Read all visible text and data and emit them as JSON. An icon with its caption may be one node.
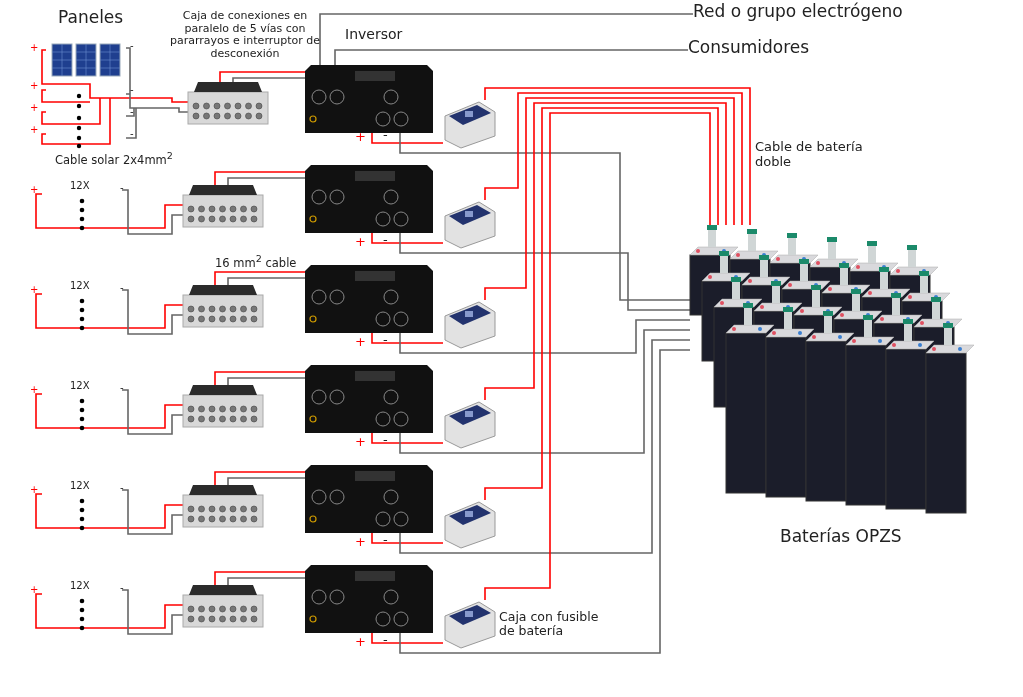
{
  "diagram": {
    "nodes": [
      {
        "text": [
          "Red o grupo electrógeno"
        ]
      },
      {
        "text": [
          "Consumidores"
        ]
      },
      {
        "text": [
          "Paneles",
          "+",
          "-",
          "+",
          "-",
          "+",
          "-",
          "+",
          "-"
        ]
      },
      {
        "text": [
          "Caja de conexiones en paralelo de 5 vías con pararrayos e interruptor de desconexión"
        ]
      },
      {
        "text": [
          "Inversor",
          "+",
          "-"
        ]
      },
      {
        "text": [],
        "shape": "box"
      },
      {
        "text": [
          "+",
          "12X",
          "-"
        ]
      },
      {
        "text": [],
        "shape": "box"
      },
      {
        "text": [
          "+",
          "-"
        ]
      },
      {
        "text": [],
        "shape": "box"
      },
      {
        "text": [
          "+",
          "12X",
          "-"
        ]
      },
      {
        "text": [],
        "shape": "box"
      },
      {
        "text": [
          "+",
          "-"
        ]
      },
      {
        "text": [],
        "shape": "box"
      },
      {
        "text": [
          "+",
          "12X",
          "-"
        ]
      },
      {
        "text": [],
        "shape": "box"
      },
      {
        "text": [
          "+",
          "-"
        ]
      },
      {
        "text": [],
        "shape": "box"
      },
      {
        "text": [
          "+",
          "12X",
          "-"
        ]
      },
      {
        "text": [],
        "shape": "box"
      },
      {
        "text": [
          "+",
          "-"
        ]
      },
      {
        "text": [],
        "shape": "box"
      },
      {
        "text": [
          "+",
          "12X",
          "-"
        ]
      },
      {
        "text": [],
        "shape": "box"
      },
      {
        "text": [
          "+",
          "-"
        ]
      },
      {
        "text": [],
        "shape": "box",
        "beside": [
          "Caja con fusible de batería"
        ]
      },
      {
        "text": [
          "Baterías OPZS"
        ]
      }
    ],
    "edges": [
      {
        "from": 0,
        "to": 4,
        "arrow": "none",
        "color": "#666666"
      },
      {
        "from": 1,
        "to": 4,
        "arrow": "none",
        "color": "#666666"
      },
      {
        "from": 2,
        "to": 3,
        "arrow": "none"
      },
      {
        "from": 2,
        "to": 3,
        "arrow": "none",
        "color": "#666666"
      },
      {
        "from": 3,
        "to": 4,
        "arrow": "none"
      },
      {
        "from": 3,
        "to": 4,
        "arrow": "none",
        "color": "#666666"
      },
      {
        "from": 4,
        "to": 5,
        "arrow": "none"
      },
      {
        "from": 4,
        "to": 26,
        "arrow": "none",
        "color": "#666666"
      },
      {
        "from": 5,
        "to": 26,
        "arrow": "none"
      },
      {
        "from": 6,
        "to": 7,
        "arrow": "none"
      },
      {
        "from": 6,
        "to": 7,
        "arrow": "none",
        "color": "#666666"
      },
      {
        "from": 7,
        "to": 8,
        "arrow": "none"
      },
      {
        "from": 7,
        "to": 8,
        "arrow": "none",
        "color": "#666666"
      },
      {
        "from": 8,
        "to": 9,
        "arrow": "none"
      },
      {
        "from": 8,
        "to": 26,
        "arrow": "none",
        "color": "#666666"
      },
      {
        "from": 9,
        "to": 26,
        "arrow": "none"
      },
      {
        "from": 10,
        "to": 11,
        "arrow": "none"
      },
      {
        "from": 10,
        "to": 11,
        "arrow": "none",
        "color": "#666666"
      },
      {
        "from": 11,
        "to": 12,
        "arrow": "none"
      },
      {
        "from": 11,
        "to": 12,
        "arrow": "none",
        "color": "#666666"
      },
      {
        "from": 12,
        "to": 13,
        "arrow": "none"
      },
      {
        "from": 12,
        "to": 26,
        "arrow": "none",
        "color": "#666666"
      },
      {
        "from": 13,
        "to": 26,
        "arrow": "none"
      },
      {
        "from": 14,
        "to": 15,
        "arrow": "none"
      },
      {
        "from": 14,
        "to": 15,
        "arrow": "none",
        "color": "#666666"
      },
      {
        "from": 15,
        "to": 16,
        "arrow": "none"
      },
      {
        "from": 15,
        "to": 16,
        "arrow": "none",
        "color": "#666666"
      },
      {
        "from": 16,
        "to": 17,
        "arrow": "none"
      },
      {
        "from": 16,
        "to": 26,
        "arrow": "none",
        "color": "#666666"
      },
      {
        "from": 17,
        "to": 26,
        "arrow": "none"
      },
      {
        "from": 18,
        "to": 19,
        "arrow": "none"
      },
      {
        "from": 18,
        "to": 19,
        "arrow": "none",
        "color": "#666666"
      },
      {
        "from": 19,
        "to": 20,
        "arrow": "none"
      },
      {
        "from": 19,
        "to": 20,
        "arrow": "none",
        "color": "#666666"
      },
      {
        "from": 20,
        "to": 21,
        "arrow": "none"
      },
      {
        "from": 20,
        "to": 26,
        "arrow": "none",
        "color": "#666666"
      },
      {
        "from": 21,
        "to": 26,
        "arrow": "none"
      },
      {
        "from": 22,
        "to": 23,
        "arrow": "none"
      },
      {
        "from": 22,
        "to": 23,
        "arrow": "none",
        "color": "#666666"
      },
      {
        "from": 23,
        "to": 24,
        "arrow": "none"
      },
      {
        "from": 23,
        "to": 24,
        "arrow": "none",
        "color": "#666666"
      },
      {
        "from": 24,
        "to": 25,
        "arrow": "none"
      },
      {
        "from": 24,
        "to": 26,
        "arrow": "none",
        "color": "#666666"
      },
      {
        "from": 25,
        "to": 26,
        "arrow": "none"
      }
    ],
    "labels": [
      "Cable solar 2x4mm$^{2}$",
      "16 mm$^{2}$ cable",
      "Cable de batería doble"
    ]
  }
}
